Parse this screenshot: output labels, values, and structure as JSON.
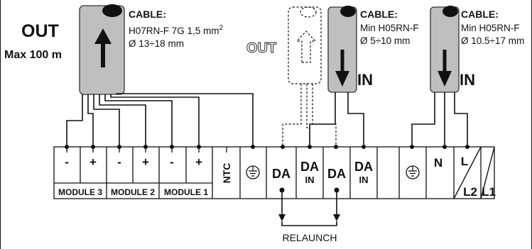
{
  "out_label": "OUT",
  "out_max": "Max 100 m",
  "cables": [
    {
      "heading": "CABLE:",
      "line1": "H07RN-F 7G 1,5 mm",
      "line1_sup": "2",
      "line2": "Ø 13÷18 mm"
    },
    {
      "heading": "CABLE:",
      "line1": "Min H05RN-F",
      "line2": "Ø 5÷10 mm"
    },
    {
      "heading": "CABLE:",
      "line1": "Min H05RN-F",
      "line2": "Ø 10.5÷17 mm"
    }
  ],
  "ghost_out": "OUT",
  "in_label": "IN",
  "module_signs": [
    "-",
    "+",
    "-",
    "+",
    "-",
    "+"
  ],
  "modules": [
    "MODULE 3",
    "MODULE 2",
    "MODULE 1"
  ],
  "ntc": "NTC",
  "da": "DA",
  "da_in": [
    "DA",
    "IN"
  ],
  "n_label": "N",
  "l2_label": "L2",
  "l_label": "L",
  "l1_label": "L1",
  "relaunch": "RELAUNCH"
}
